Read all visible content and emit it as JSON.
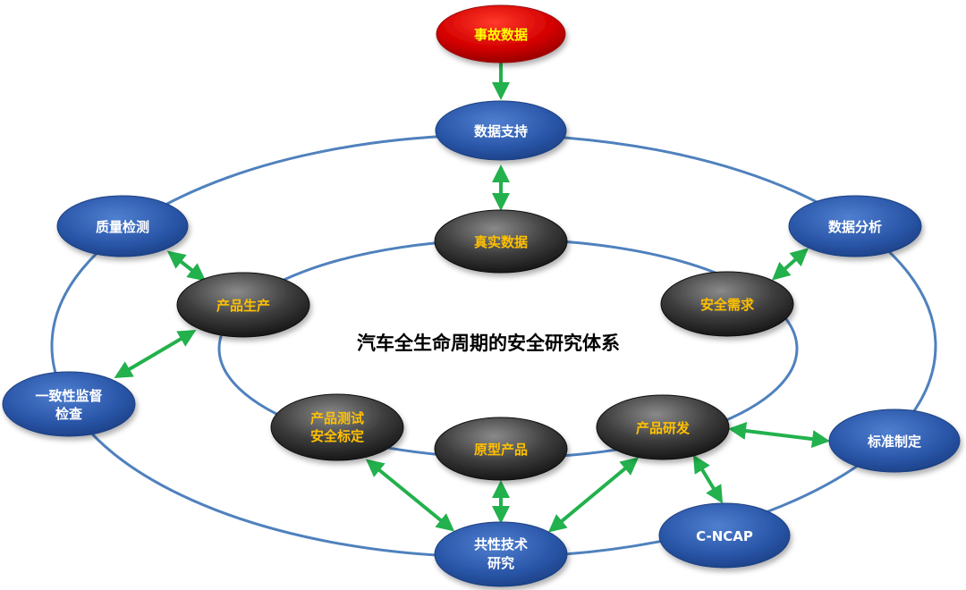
{
  "title": "汽车全生命周期的安全研究体系",
  "colors": {
    "ring": "#4f81bd",
    "arrow": "#22b14c",
    "blue_node_text": "#ffffff",
    "dark_node_text": "#ffc000",
    "source_node_text": "#ffff00"
  },
  "nodes": {
    "accident_data": {
      "line1": "事故数据",
      "line2": ""
    },
    "data_support": {
      "line1": "数据支持",
      "line2": ""
    },
    "quality_check": {
      "line1": "质量检测",
      "line2": ""
    },
    "data_analysis": {
      "line1": "数据分析",
      "line2": ""
    },
    "conformity": {
      "line1": "一致性监督",
      "line2": "检查"
    },
    "standard": {
      "line1": "标准制定",
      "line2": ""
    },
    "cncap": {
      "line1": "C-NCAP",
      "line2": ""
    },
    "common_research": {
      "line1": "共性技术",
      "line2": "研究"
    },
    "real_data": {
      "line1": "真实数据",
      "line2": ""
    },
    "production": {
      "line1": "产品生产",
      "line2": ""
    },
    "safety_req": {
      "line1": "安全需求",
      "line2": ""
    },
    "product_test": {
      "line1": "产品测试",
      "line2": "安全标定"
    },
    "prototype": {
      "line1": "原型产品",
      "line2": ""
    },
    "product_rd": {
      "line1": "产品研发",
      "line2": ""
    }
  }
}
